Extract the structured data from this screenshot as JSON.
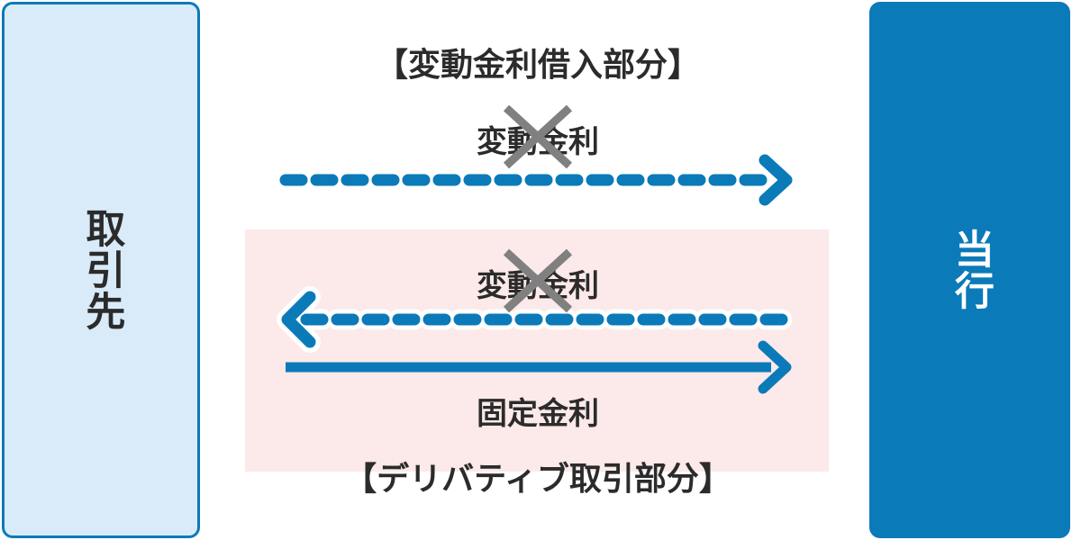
{
  "diagram": {
    "title_top": "【変動金利借入部分】",
    "title_bottom": "【デリバティブ取引部分】",
    "parties": {
      "left": "取引先",
      "right": "当行"
    },
    "flows": [
      {
        "id": "loan-floating",
        "label": "変動金利",
        "direction": "left-to-right",
        "style": "dashed",
        "cancelled": true,
        "section": "variable-rate-loan"
      },
      {
        "id": "swap-floating",
        "label": "変動金利",
        "direction": "right-to-left",
        "style": "dashed",
        "cancelled": true,
        "section": "derivative"
      },
      {
        "id": "swap-fixed",
        "label": "固定金利",
        "direction": "left-to-right",
        "style": "solid",
        "cancelled": false,
        "section": "derivative"
      }
    ],
    "colors": {
      "accent_blue": "#0b7ab8",
      "light_blue_fill": "#d9ebf9",
      "pink_fill": "#fce9e9",
      "cross_gray": "#808080",
      "text_dark": "#2b2b2b",
      "text_light": "#ffffff"
    }
  }
}
